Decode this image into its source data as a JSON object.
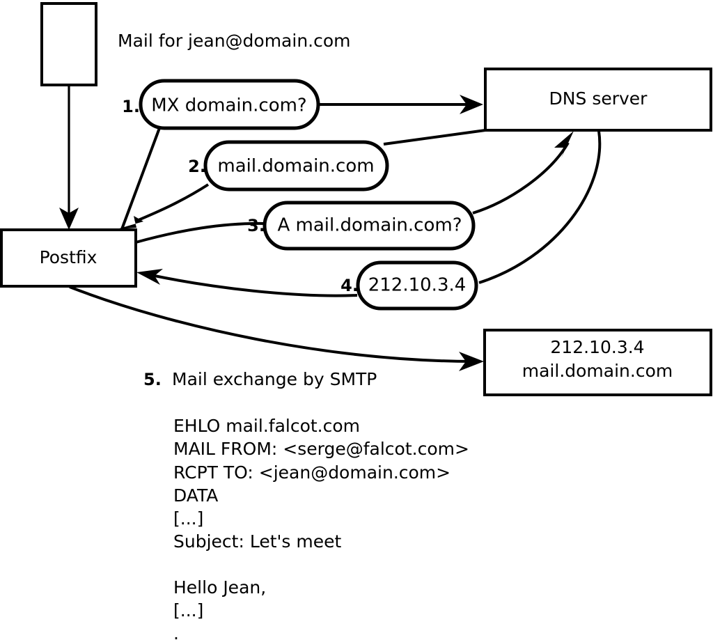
{
  "diagram": {
    "title_label": "Mail for jean@domain.com",
    "nodes": {
      "sender": {
        "label": ""
      },
      "postfix": {
        "label": "Postfix"
      },
      "dns": {
        "label": "DNS server"
      },
      "mailserver": {
        "line1": "212.10.3.4",
        "line2": "mail.domain.com"
      }
    },
    "steps": [
      {
        "num": "1.",
        "text": "MX domain.com?"
      },
      {
        "num": "2.",
        "text": "mail.domain.com"
      },
      {
        "num": "3.",
        "text": "A mail.domain.com?"
      },
      {
        "num": "4.",
        "text": "212.10.3.4"
      }
    ],
    "step5": {
      "num": "5.",
      "text": "Mail exchange by SMTP"
    },
    "transcript": [
      "EHLO mail.falcot.com",
      "MAIL FROM: <serge@falcot.com>",
      "RCPT TO: <jean@domain.com>",
      "DATA",
      "[...]",
      "Subject: Let's meet",
      "",
      "Hello Jean,",
      "[...]",
      "."
    ],
    "colors": {
      "stroke": "#000000",
      "fill": "#ffffff"
    }
  }
}
